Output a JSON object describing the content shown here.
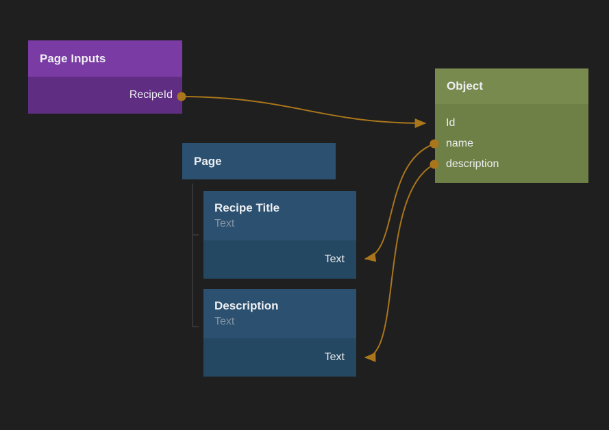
{
  "canvas": {
    "background": "#201f1f"
  },
  "colors": {
    "wire": "#a9761b",
    "tree_connector": "#3d3d3d",
    "purple_header": "#7b3ba5",
    "purple_body": "#5f2d82",
    "green_header": "#798a4f",
    "green_body": "#6e8046",
    "blue_header": "#2b5070",
    "blue_body": "#254862",
    "subtitle_text": "#8595a4"
  },
  "nodes": {
    "page_inputs": {
      "title": "Page Inputs",
      "ports": [
        {
          "name": "RecipeId",
          "direction": "output"
        }
      ]
    },
    "object": {
      "title": "Object",
      "ports": [
        {
          "name": "Id",
          "direction": "input"
        },
        {
          "name": "name",
          "direction": "output"
        },
        {
          "name": "description",
          "direction": "output"
        }
      ]
    },
    "page": {
      "title": "Page"
    },
    "recipe_title": {
      "title": "Recipe Title",
      "subtitle": "Text",
      "ports": [
        {
          "name": "Text",
          "direction": "input"
        }
      ]
    },
    "description": {
      "title": "Description",
      "subtitle": "Text",
      "ports": [
        {
          "name": "Text",
          "direction": "input"
        }
      ]
    }
  },
  "connections": [
    {
      "from": "Page Inputs.RecipeId",
      "to": "Object.Id"
    },
    {
      "from": "Object.name",
      "to": "Recipe Title.Text"
    },
    {
      "from": "Object.description",
      "to": "Description.Text"
    }
  ]
}
